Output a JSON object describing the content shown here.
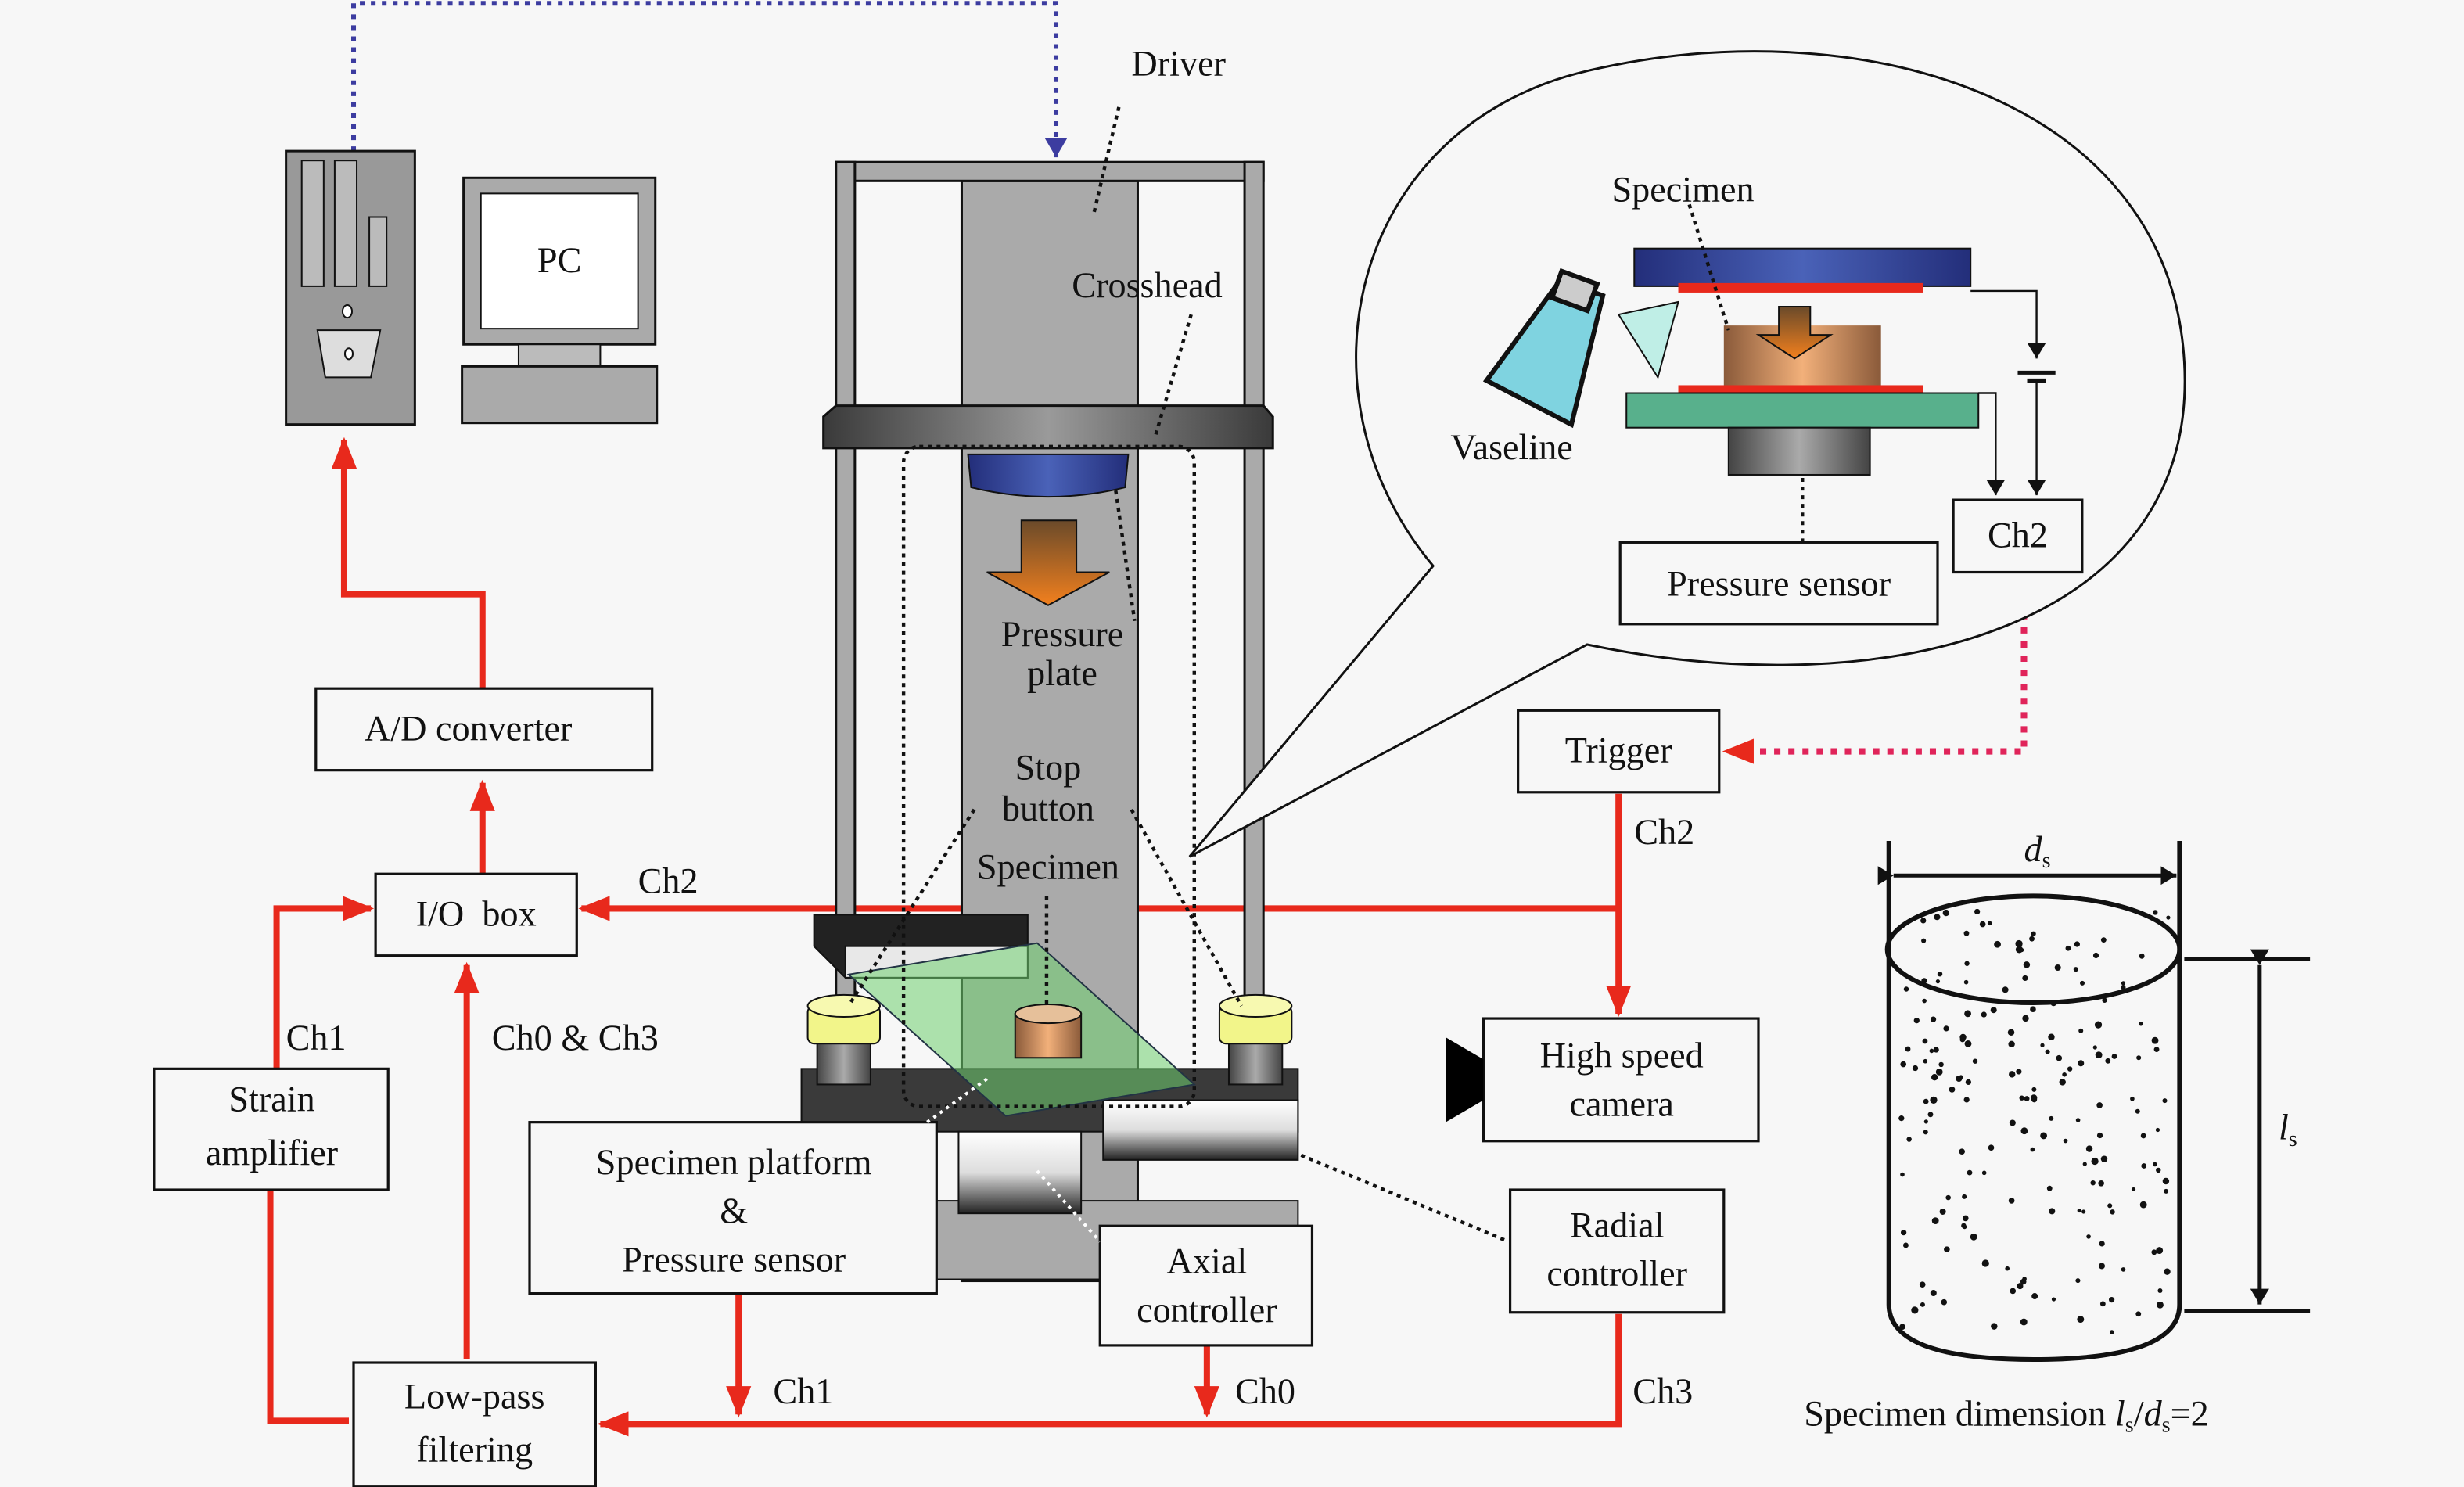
{
  "title": "Experimental setup: testing machine and data acquisition system",
  "colors": {
    "signal": "#e8291c",
    "control_link": "#3c3ca0",
    "trigger_link": "#e0245a",
    "background": "#f7f7f7",
    "pressure_plate": "#2a45a0",
    "platform": "#58b08c",
    "vaseline": "#7fd3e0",
    "stop_button": "#f2f58a",
    "specimen": "#d89a6a"
  },
  "computer": {
    "pc_label": "PC"
  },
  "machine": {
    "driver_label": "Driver",
    "crosshead_label": "Crosshead",
    "pressure_plate_label_1": "Pressure",
    "pressure_plate_label_2": "plate",
    "stop_button_label_1": "Stop",
    "stop_button_label_2": "button",
    "specimen_label": "Specimen"
  },
  "inset": {
    "specimen_label": "Specimen",
    "vaseline_label": "Vaseline",
    "pressure_sensor_label": "Pressure sensor",
    "ch2_label": "Ch2"
  },
  "blocks": {
    "ad_converter": "A/D converter",
    "io_box": "I/O  box",
    "strain_amplifier_1": "Strain",
    "strain_amplifier_2": "amplifier",
    "low_pass_1": "Low-pass",
    "low_pass_2": "filtering",
    "platform_1": "Specimen platform",
    "platform_2": "&",
    "platform_3": "Pressure sensor",
    "axial_1": "Axial",
    "axial_2": "controller",
    "radial_1": "Radial",
    "radial_2": "controller",
    "trigger": "Trigger",
    "camera_1": "High speed",
    "camera_2": "camera"
  },
  "channels": {
    "io_ch2": "Ch2",
    "io_ch1": "Ch1",
    "io_ch0_ch3": "Ch0 & Ch3",
    "trigger_ch2": "Ch2",
    "platform_ch1": "Ch1",
    "axial_ch0": "Ch0",
    "radial_ch3": "Ch3"
  },
  "specimen_dimension": {
    "d_label": "d",
    "l_label": "l",
    "subscript": "s",
    "caption_prefix": "Specimen dimension ",
    "caption_ratio_value": "=2"
  }
}
